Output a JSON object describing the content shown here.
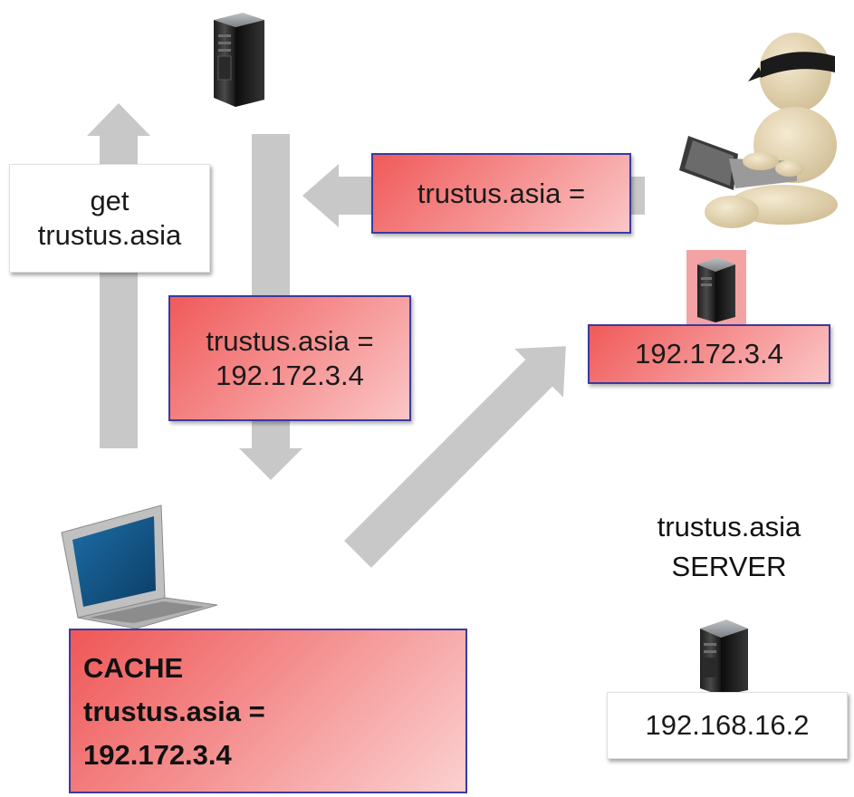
{
  "request_box": {
    "line1": "get",
    "line2": "trustus.asia"
  },
  "attacker_reply_box": {
    "text": "trustus.asia ="
  },
  "dns_reply_box": {
    "line1": "trustus.asia =",
    "line2": "192.172.3.4"
  },
  "fake_server_box": {
    "text": "192.172.3.4"
  },
  "cache_box": {
    "line1": "CACHE",
    "line2": "trustus.asia =",
    "line3": "192.172.3.4"
  },
  "real_server": {
    "label_line1": "trustus.asia",
    "label_line2": "SERVER",
    "ip": "192.168.16.2"
  },
  "colors": {
    "arrow": "#c8c8c8",
    "box_red": "#f05a5a",
    "box_border": "#3a3aa0"
  },
  "icons": [
    "dns-server-icon",
    "attacker-icon",
    "fake-server-icon",
    "laptop-icon",
    "real-server-icon"
  ]
}
